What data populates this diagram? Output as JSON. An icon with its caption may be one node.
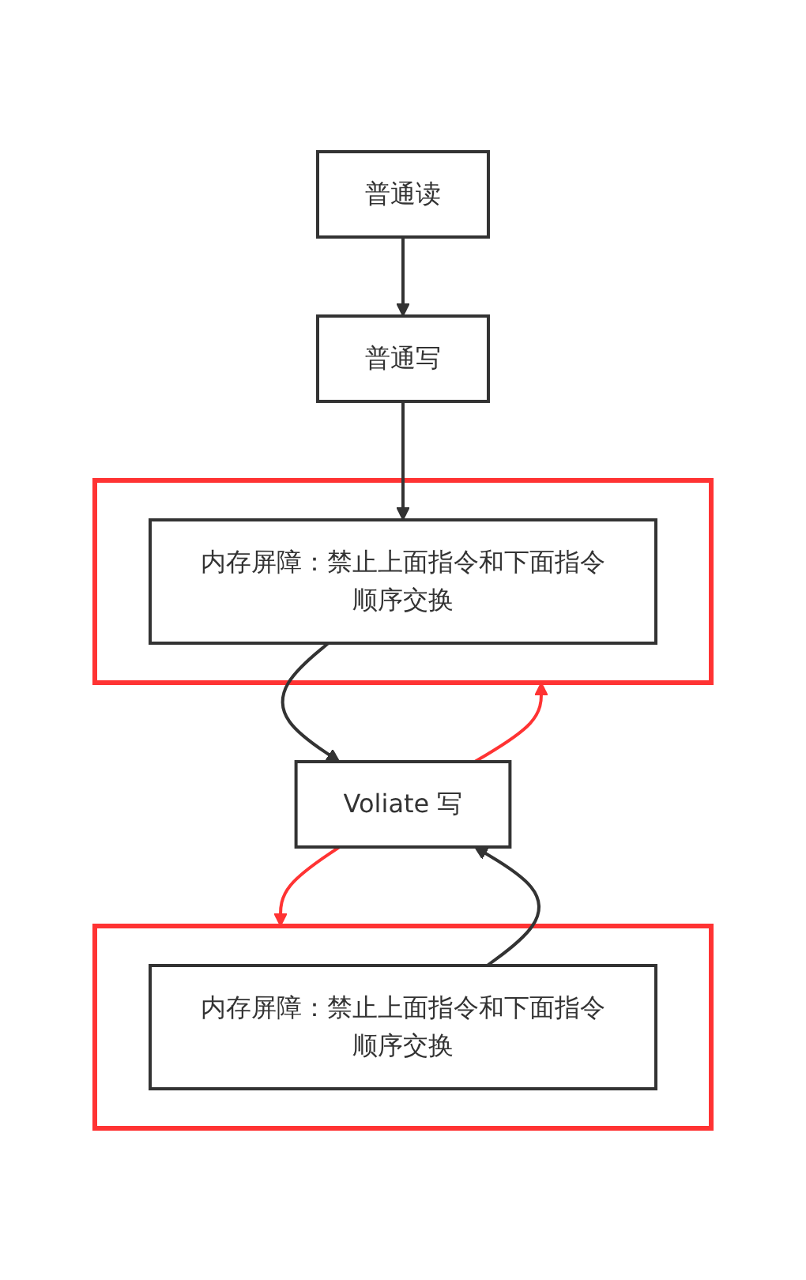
{
  "diagram": {
    "nodes": [
      {
        "text": [
          "普通读"
        ]
      },
      {
        "text": [
          "普通写"
        ]
      },
      {
        "text": [],
        "shape": "box"
      },
      {
        "text": [
          "内存屏障：禁止上面指令和下面指令顺序交换"
        ],
        "in": 2
      },
      {
        "text": [
          "Voliate 写"
        ]
      },
      {
        "text": [],
        "shape": "box"
      },
      {
        "text": [
          "内存屏障：禁止上面指令和下面指令顺序交换"
        ],
        "in": 5
      }
    ],
    "edges": [
      {
        "from": 0,
        "to": 1,
        "arrow": "to"
      },
      {
        "from": 1,
        "to": 3,
        "arrow": "to"
      },
      {
        "from": 3,
        "to": 4,
        "arrow": "to"
      },
      {
        "from": 4,
        "to": 2,
        "arrow": "to",
        "color": "#ff3333"
      },
      {
        "from": 4,
        "to": 5,
        "arrow": "to",
        "color": "#ff3333"
      },
      {
        "from": 6,
        "to": 4,
        "arrow": "to"
      }
    ]
  }
}
